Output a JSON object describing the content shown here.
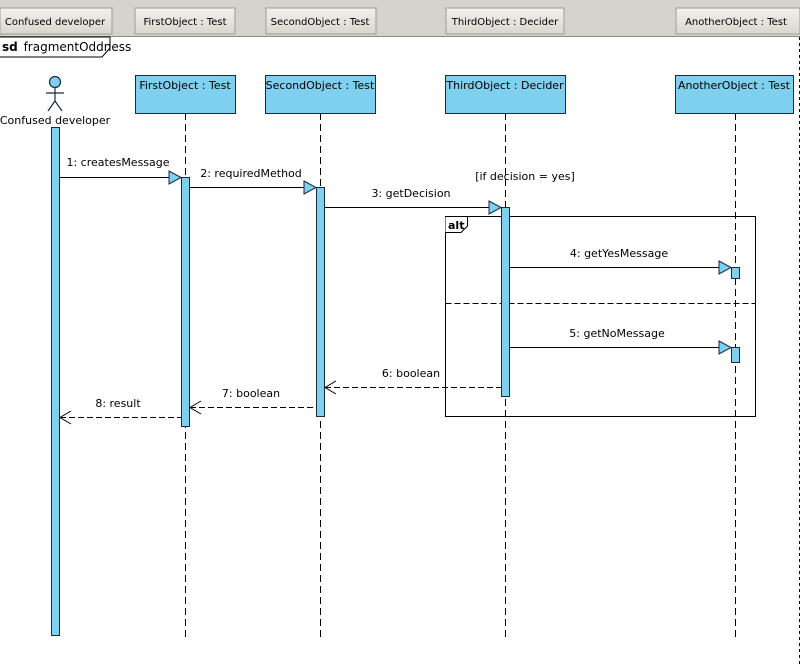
{
  "header_tabs": [
    {
      "label": "Confused developer"
    },
    {
      "label": "FirstObject : Test"
    },
    {
      "label": "SecondObject : Test"
    },
    {
      "label": "ThirdObject : Decider"
    },
    {
      "label": "AnotherObject : Test"
    }
  ],
  "frame": {
    "keyword": "sd",
    "name": "fragmentOddness"
  },
  "actor": {
    "label": "Confused developer"
  },
  "lifelines": [
    {
      "label": "FirstObject : Test"
    },
    {
      "label": "SecondObject : Test"
    },
    {
      "label": "ThirdObject : Decider"
    },
    {
      "label": "AnotherObject : Test"
    }
  ],
  "messages": [
    {
      "label": "1: createsMessage",
      "type": "sync"
    },
    {
      "label": "2: requiredMethod",
      "type": "sync"
    },
    {
      "label": "3: getDecision",
      "type": "sync"
    },
    {
      "label": "4: getYesMessage",
      "type": "sync"
    },
    {
      "label": "5: getNoMessage",
      "type": "sync"
    },
    {
      "label": "6: boolean",
      "type": "return"
    },
    {
      "label": "7: boolean",
      "type": "return"
    },
    {
      "label": "8: result",
      "type": "return"
    }
  ],
  "guard": "[if decision = yes]",
  "alt": {
    "keyword": "alt"
  },
  "colors": {
    "lifeline_fill": "#7fcfee",
    "lifeline_stroke": "#1a2a40",
    "header_bg": "#d6d3ce",
    "tab_bg": "#e6e4de",
    "line": "#000000"
  }
}
